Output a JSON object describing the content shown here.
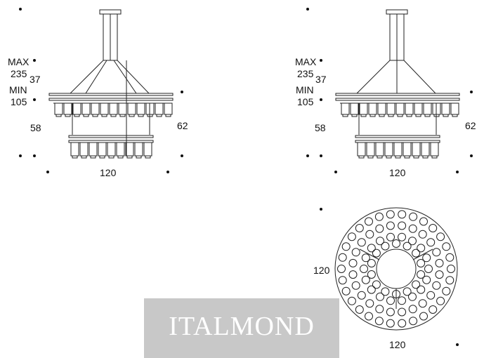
{
  "views": {
    "side_left": {
      "max_label": "MAX",
      "max_value": "235",
      "min_label": "MIN",
      "min_value": "105",
      "drop_height": "37",
      "lower_gap": "58",
      "total_height": "62",
      "width": "120"
    },
    "side_right": {
      "max_label": "MAX",
      "max_value": "235",
      "min_label": "MIN",
      "min_value": "105",
      "drop_height": "37",
      "lower_gap": "58",
      "total_height": "62",
      "width": "120"
    },
    "top": {
      "diameter_vertical": "120",
      "diameter_horizontal": "120"
    }
  },
  "watermark": {
    "text": "ITALMOND"
  },
  "line_color": "#222222",
  "watermark_bg": "#c8c8c8"
}
